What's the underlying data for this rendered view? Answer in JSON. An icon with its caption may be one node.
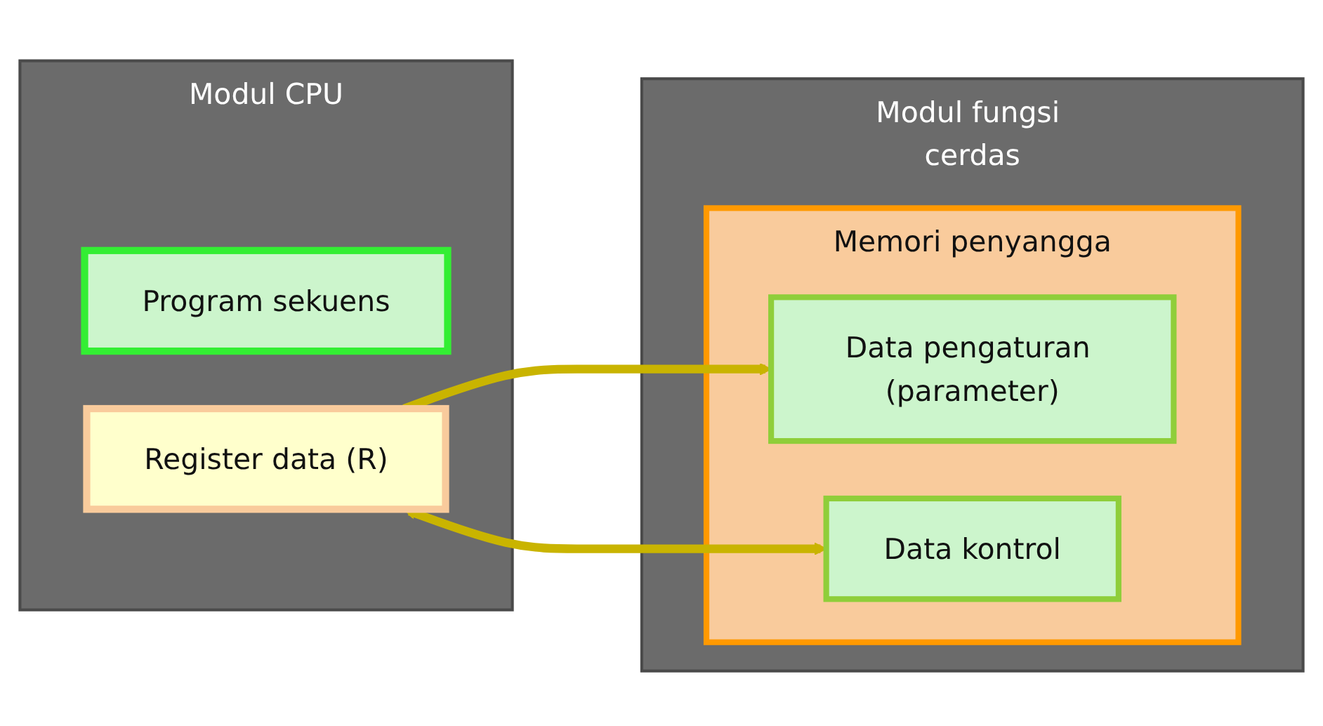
{
  "diagram": {
    "nodes": [
      {
        "text": [
          "Modul CPU"
        ]
      },
      {
        "text": [
          "Program sekuens"
        ],
        "in": 0
      },
      {
        "text": [
          "Register data (R)"
        ],
        "in": 0
      },
      {
        "text": [
          "Modul fungsi cerdas"
        ]
      },
      {
        "text": [
          "Memori penyangga"
        ],
        "in": 3
      },
      {
        "text": [
          "Data pengaturan (parameter)"
        ],
        "in": 4
      },
      {
        "text": [
          "Data kontrol"
        ],
        "in": 4
      }
    ],
    "edges": [
      {
        "from": 2,
        "to": 5,
        "arrow": "to"
      },
      {
        "from": 2,
        "to": 6,
        "arrow": "both"
      }
    ]
  }
}
